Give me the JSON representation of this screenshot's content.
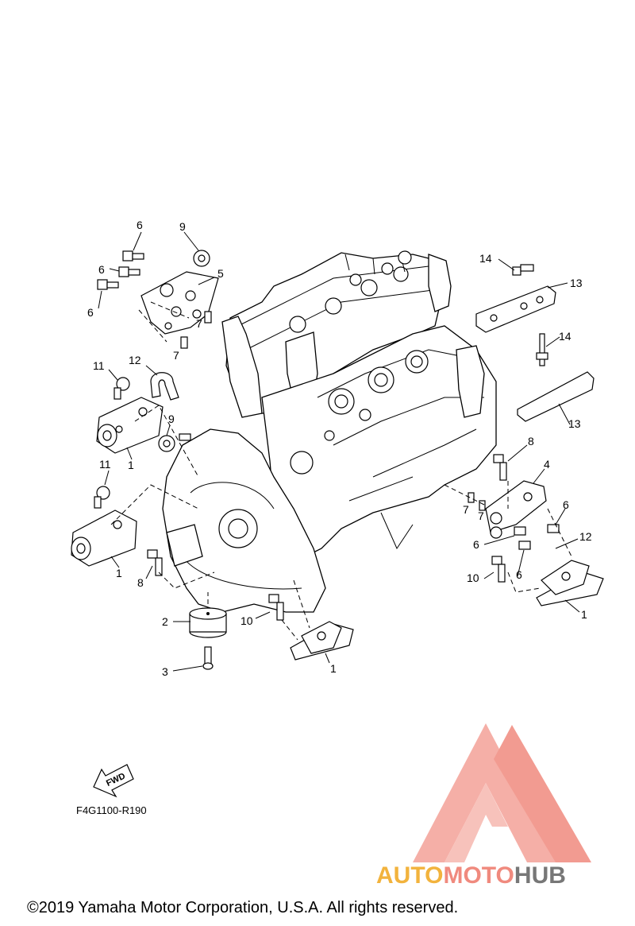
{
  "callouts": [
    {
      "id": "c6a",
      "text": "6"
    },
    {
      "id": "c9a",
      "text": "9"
    },
    {
      "id": "c6b",
      "text": "6"
    },
    {
      "id": "c5",
      "text": "5"
    },
    {
      "id": "c6c",
      "text": "6"
    },
    {
      "id": "c7a",
      "text": "7"
    },
    {
      "id": "c7b",
      "text": "7"
    },
    {
      "id": "c11a",
      "text": "11"
    },
    {
      "id": "c12a",
      "text": "12"
    },
    {
      "id": "c9b",
      "text": "9"
    },
    {
      "id": "c1a",
      "text": "1"
    },
    {
      "id": "c11b",
      "text": "11"
    },
    {
      "id": "c1b",
      "text": "1"
    },
    {
      "id": "c8a",
      "text": "8"
    },
    {
      "id": "c2",
      "text": "2"
    },
    {
      "id": "c10a",
      "text": "10"
    },
    {
      "id": "c3",
      "text": "3"
    },
    {
      "id": "c1c",
      "text": "1"
    },
    {
      "id": "c14a",
      "text": "14"
    },
    {
      "id": "c13a",
      "text": "13"
    },
    {
      "id": "c14b",
      "text": "14"
    },
    {
      "id": "c13b",
      "text": "13"
    },
    {
      "id": "c8b",
      "text": "8"
    },
    {
      "id": "c4",
      "text": "4"
    },
    {
      "id": "c6d",
      "text": "6"
    },
    {
      "id": "c7c",
      "text": "7"
    },
    {
      "id": "c7d",
      "text": "7"
    },
    {
      "id": "c12b",
      "text": "12"
    },
    {
      "id": "c6e",
      "text": "6"
    },
    {
      "id": "c6f",
      "text": "6"
    },
    {
      "id": "c10b",
      "text": "10"
    },
    {
      "id": "c1d",
      "text": "1"
    }
  ],
  "fwd_label": "FWD",
  "diagram_code": "F4G1100-R190",
  "copyright": "©2019 Yamaha Motor Corporation, U.S.A. All rights reserved.",
  "watermark": {
    "part1": "AUTO",
    "part2": "MOTO",
    "part3": "HUB",
    "colors": {
      "auto": "#f2b33d",
      "moto": "#f08a7e",
      "hub": "#777777",
      "logo": "#f0958a"
    }
  }
}
